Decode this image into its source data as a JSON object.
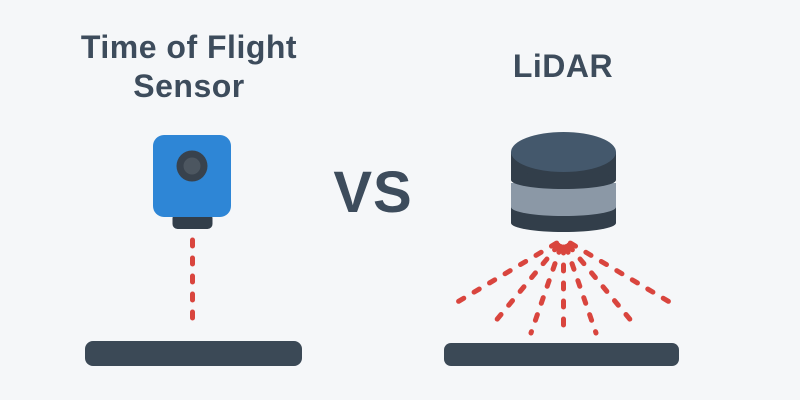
{
  "left_panel": {
    "title": "Time of Flight Sensor",
    "device": "time-of-flight-sensor",
    "beam_count": 1
  },
  "versus_label": "VS",
  "right_panel": {
    "title": "LiDAR",
    "device": "lidar-scanner",
    "beam_count": 7
  },
  "colors": {
    "background": "#f5f7f9",
    "heading_text": "#3d4c5c",
    "sensor_blue": "#2e86d6",
    "lens_outer": "#38424d",
    "lens_inner": "#4c5660",
    "dark_slate": "#323e4a",
    "platform_slate": "#3b4956",
    "cylinder_top": "#44586c",
    "cylinder_band_light": "#8b98a6",
    "laser_red": "#d9453e"
  }
}
